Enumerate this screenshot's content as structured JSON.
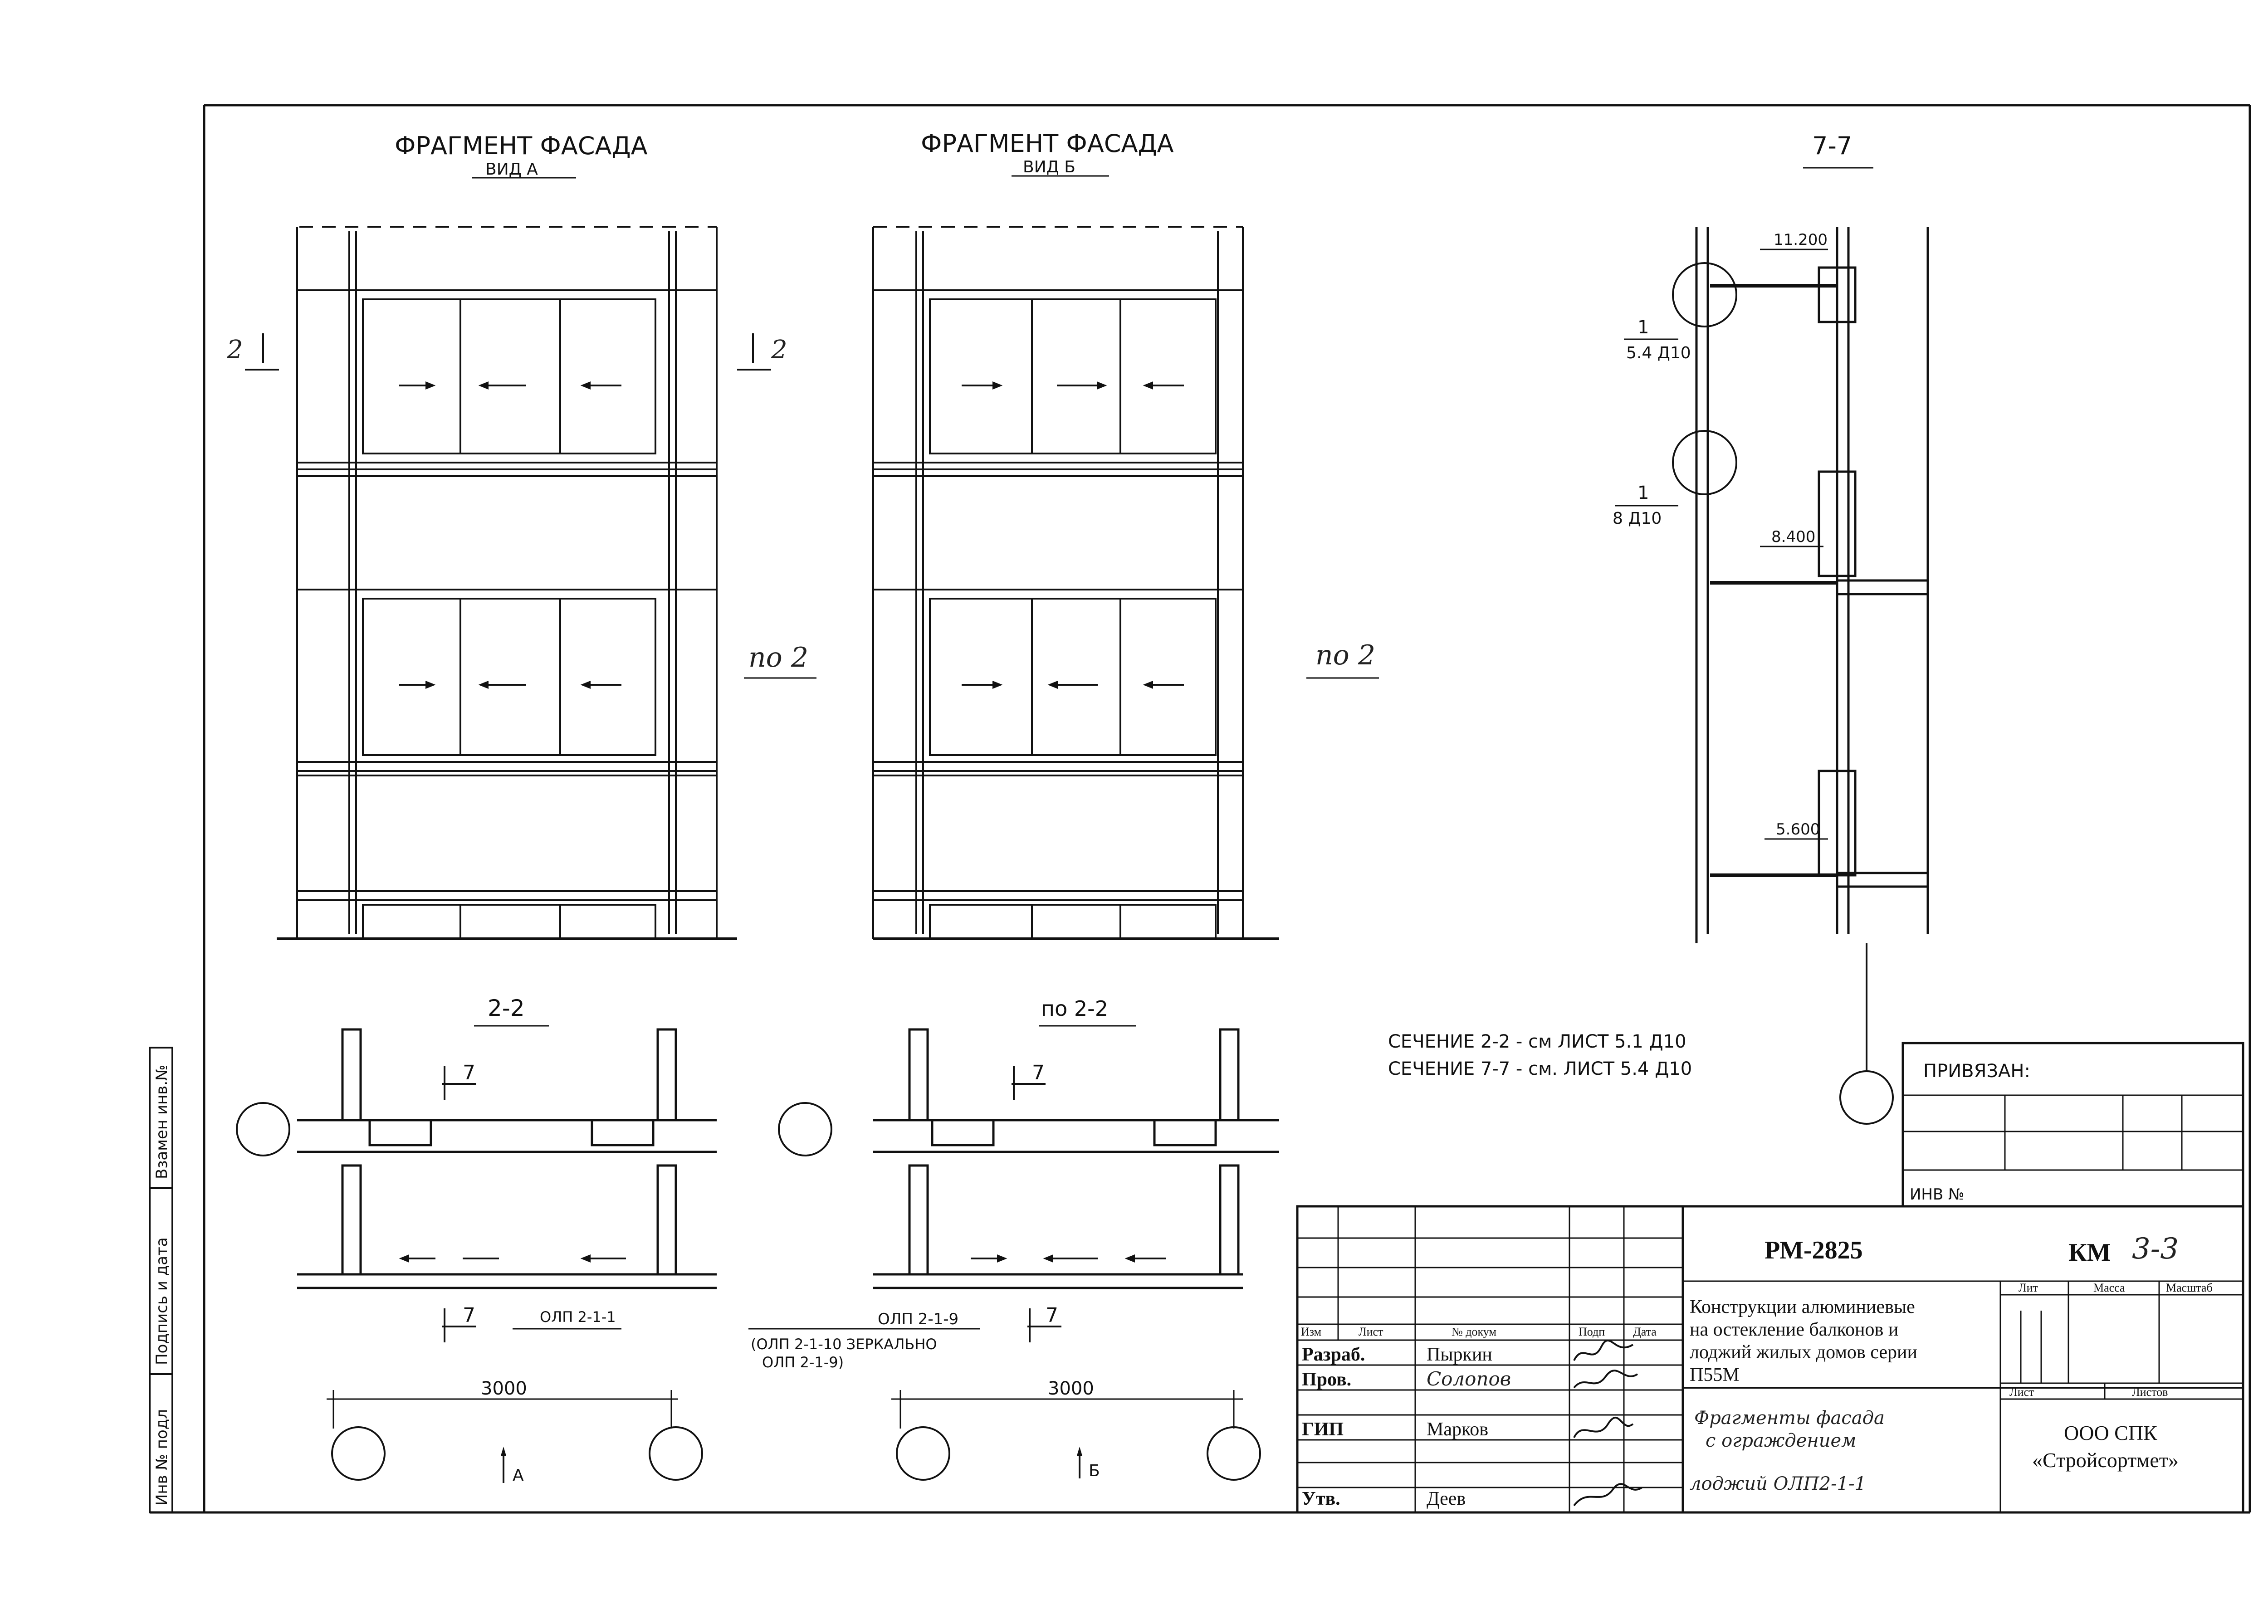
{
  "views": {
    "facade_a": {
      "title": "ФРАГМЕНТ ФАСАДА",
      "subtitle": "ВИД А",
      "mark_left": "2",
      "mark_right": "2"
    },
    "facade_b": {
      "title": "ФРАГМЕНТ ФАСАДА",
      "subtitle": "ВИД Б",
      "mark_left": "по 2",
      "mark_right": "по 2"
    },
    "section77": {
      "title": "7-7",
      "level_top": "11.200",
      "level_mid": "8.400",
      "level_bot": "5.600",
      "callout1_num": "1",
      "callout1_ref": "5.4 Д10",
      "callout2_num": "1",
      "callout2_ref": "8 Д10"
    },
    "plan22": {
      "title": "2-2",
      "cut": "7",
      "cut2": "7",
      "olp": "ОЛП 2-1-1",
      "dim": "3000",
      "arrow": "А"
    },
    "planpo22": {
      "title": "по 2-2",
      "cut": "7",
      "cut2": "7",
      "olp": "ОЛП 2-1-9",
      "olp_note1": "(ОЛП 2-1-10 ЗЕРКАЛЬНО",
      "olp_note2": "ОЛП 2-1-9)",
      "dim": "3000",
      "arrow": "Б"
    }
  },
  "notes": [
    "СЕЧЕНИЕ 2-2 - см ЛИСТ 5.1 Д10",
    "СЕЧЕНИЕ 7-7 - см. ЛИСТ 5.4 Д10"
  ],
  "left_strip": [
    "Инв № подл",
    "Подпись и дата",
    "Взамен инв.№"
  ],
  "privyazan": {
    "title": "ПРИВЯЗАН:",
    "inv": "ИНВ №"
  },
  "stamp": {
    "code": "РМ-2825",
    "km_prefix": "КМ",
    "km_num": "3-3",
    "desc_lines": [
      "Конструкции алюминиевые",
      "на остекление балконов и",
      "лоджий жилых домов серии",
      "П55М"
    ],
    "headers": [
      "Изм",
      "Лист",
      "№ докум",
      "Подп",
      "Дата"
    ],
    "roles": [
      {
        "role": "Разраб.",
        "name": "Пыркин"
      },
      {
        "role": "Пров.",
        "name": "Солопов"
      },
      {
        "role": "ГИП",
        "name": "Марков"
      },
      {
        "role": "Утв.",
        "name": "Деев"
      }
    ],
    "sheet_title_lines": [
      "Фрагменты фасада",
      "с ограждением",
      "лоджий ОЛП2-1-1"
    ],
    "lit": "Лит",
    "massa": "Масса",
    "masshtab": "Масштаб",
    "list": "Лист",
    "listov": "Листов",
    "org1": "ООО СПК",
    "org2": "«Стройсортмет»"
  }
}
